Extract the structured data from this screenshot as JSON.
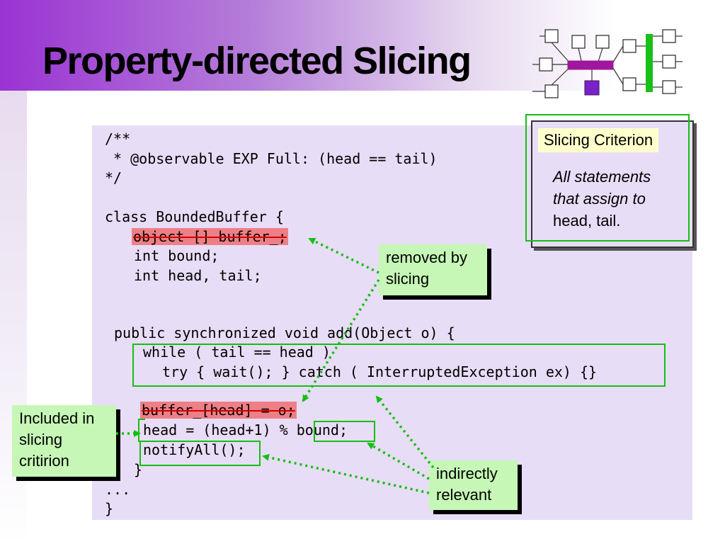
{
  "slide": {
    "title": "Property-directed Slicing"
  },
  "code": {
    "line1": "/**",
    "line2": " * @observable EXP Full: (head == tail)",
    "line3": "*/",
    "line4": "class BoundedBuffer {",
    "line5_removed": "object [] buffer_;",
    "line6": "int bound;",
    "line7": "int head, tail;",
    "line8": "public synchronized void add(Object o) {",
    "line9": "while ( tail == head )",
    "line10": "try { wait(); } catch ( InterruptedException ex) {}",
    "line11_removed": "buffer_[head] = o;",
    "line12a": "head = (head+1) % ",
    "line12b": "bound;",
    "line13": "notifyAll();",
    "line14": "}",
    "line15": "...",
    "line16": "}"
  },
  "criterion": {
    "label": "Slicing Criterion",
    "line1": "All statements",
    "line2": "that assign to",
    "line3": "head, tail."
  },
  "callouts": {
    "removed_line1": "removed by",
    "removed_line2": "slicing",
    "included_line1": "Included in",
    "included_line2": "slicing",
    "included_line3": "critirion",
    "relevant_line1": "indirectly",
    "relevant_line2": "relevant"
  },
  "colors": {
    "accent_purple": "#9a33d3",
    "code_background": "#e8ddf6",
    "callout_green": "#c6f7b6",
    "box_green": "#12c012",
    "removed_red": "#ee7f86",
    "criterion_label_bg": "#ffffcc"
  }
}
